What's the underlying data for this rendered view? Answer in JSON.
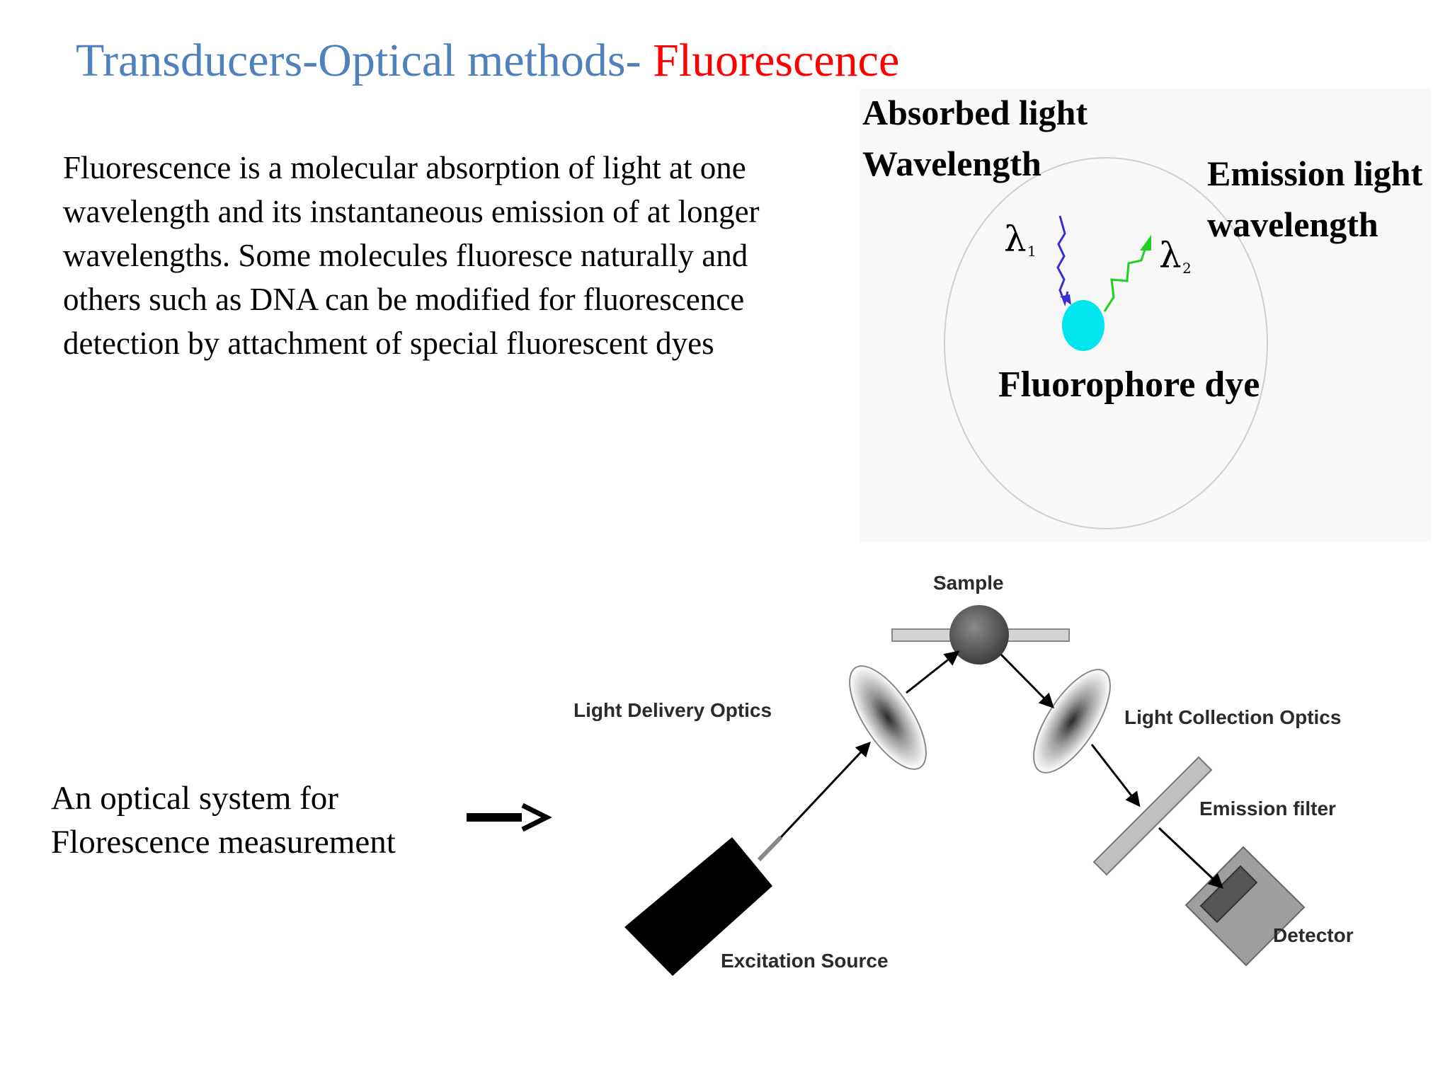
{
  "slide": {
    "title_main": "Transducers-Optical methods- ",
    "title_accent": "Fluorescence",
    "paragraph": "Fluorescence is a molecular absorption of light at one wavelength and its instantaneous emission of at longer wavelengths. Some molecules fluoresce naturally and others such as DNA can be modified for fluorescence detection by attachment of special fluorescent dyes",
    "caption_line1": "An optical system for",
    "caption_line2": "Florescence measurement"
  },
  "fluorophore_figure": {
    "absorbed_line1": "Absorbed light",
    "absorbed_line2": "Wavelength",
    "emission_line1": "Emission light",
    "emission_line2": "wavelength",
    "lambda1": "λ",
    "lambda1_sub": "1",
    "lambda2": "λ",
    "lambda2_sub": "2",
    "dye_label": "Fluorophore dye",
    "colors": {
      "absorbed_arrow": "#3b2bd6",
      "emission_arrow": "#1fd11f",
      "dye": "#00e5ee"
    }
  },
  "optical_diagram": {
    "sample": "Sample",
    "light_delivery": "Light Delivery Optics",
    "light_collection": "Light Collection Optics",
    "emission_filter": "Emission filter",
    "detector": "Detector",
    "excitation_source": "Excitation Source"
  }
}
